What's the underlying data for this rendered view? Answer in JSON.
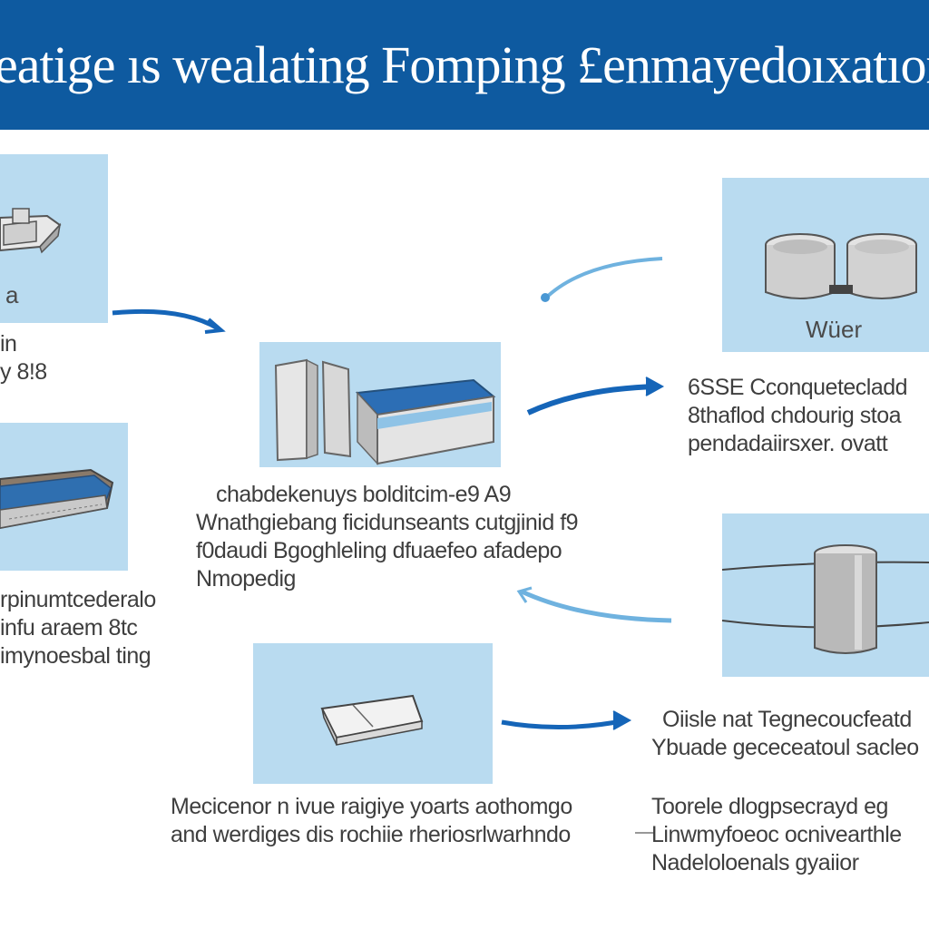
{
  "header": {
    "title": "eatige ıs wealating Fomping £enmayedoıxatıon pe"
  },
  "panels": {
    "top_left": {
      "label": "a"
    },
    "top_right": {
      "label": "Wüer"
    }
  },
  "captions": {
    "top_left": [
      "in",
      "y 8!8"
    ],
    "center": [
      "chabdekenuys bolditcim-e9 A9",
      "Wnathgiebang ficidunseants cutgjinid f9",
      "f0daudi Bgoghleling dfuaefeo afadepo",
      "Nmopedig"
    ],
    "right_top": [
      "6SSE Cconquetecladd",
      "8thaflod chdourig stoa",
      "pendadaiirsxer. ovatt"
    ],
    "left_mid": [
      "rpinumtcederalo",
      "infu araem 8tc",
      "imynoesbal ting"
    ],
    "right_mid": [
      "Oiisle nat Tegnecoucfeatd",
      "Ybuade gececeatoul sacleo"
    ],
    "bottom_center": [
      "Mecicenor n ivue raigiye yoarts aothomgo",
      "and werdiges dis rochiie rheriosrlwarhndo"
    ],
    "bottom_right": [
      "Toorele dlogpsecrayd eg",
      "Linwmyfoeoc ocnivearthle",
      "Nadeloloenals gyaiior"
    ]
  },
  "colors": {
    "header": "#0e5aa0",
    "panel": "#b9dbf0",
    "arrow": "#1565b8",
    "arrow_light": "#6fb2df"
  }
}
